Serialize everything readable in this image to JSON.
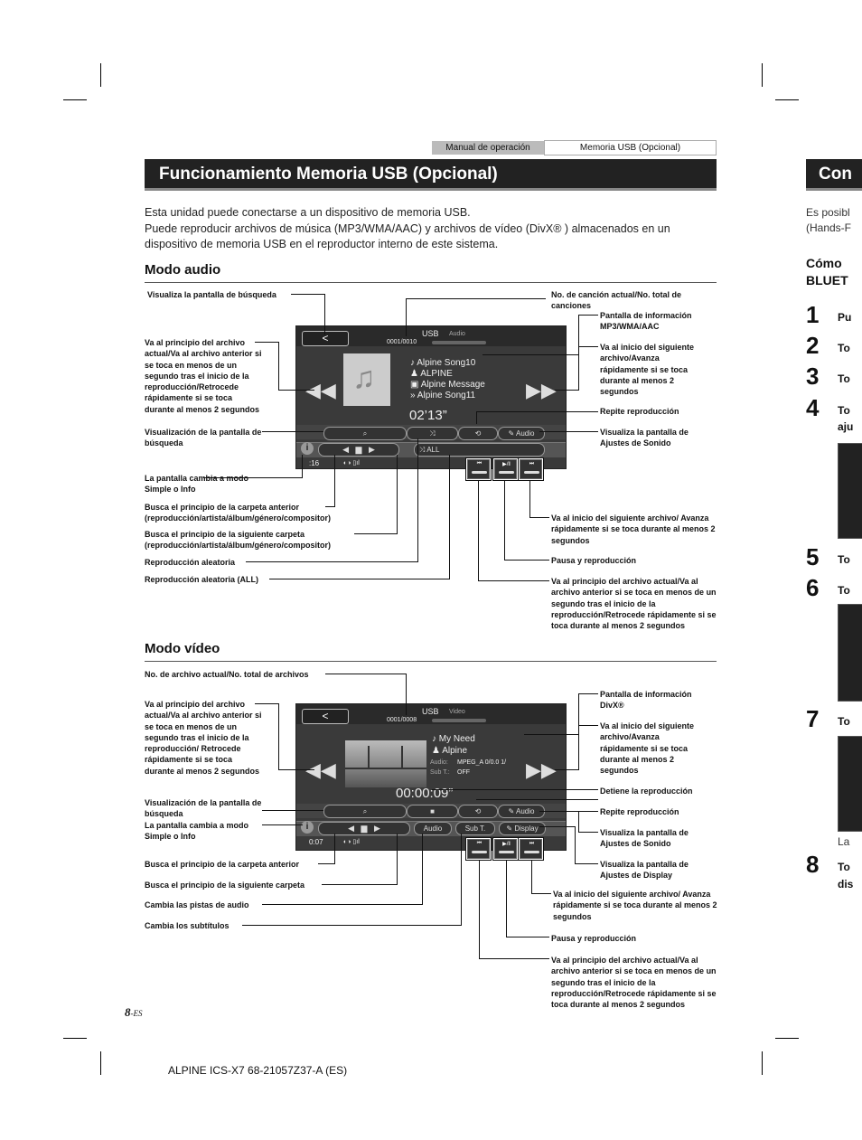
{
  "header": {
    "tab_active": "Manual de operación",
    "tab_inactive": "Memoria USB (Opcional)"
  },
  "page_title": "Funcionamiento Memoria USB (Opcional)",
  "intro": {
    "line1": "Esta unidad puede conectarse a un dispositivo de memoria USB.",
    "line2": "Puede reproducir archivos de música (MP3/WMA/AAC) y archivos de vídeo (DivX® ) almacenados en un",
    "line3": "dispositivo de memoria USB en el reproductor interno de este sistema."
  },
  "audio": {
    "heading": "Modo audio",
    "screen": {
      "back": "<",
      "source": "USB",
      "mode": "Audio",
      "track_count": "0001/0010",
      "song": "Alpine Song10",
      "artist": "ALPINE",
      "album": "Alpine Message",
      "next": "Alpine Song11",
      "time": "02’13”",
      "audio_btn": "Audio",
      "all": "ALL",
      "clock": ":16"
    },
    "labels": {
      "search_top": "Visualiza la pantalla de búsqueda",
      "prev": "Va al principio del archivo actual/Va al archivo anterior si se toca en menos de un segundo tras el inicio de la reproducción/Retrocede rápidamente si se toca durante al menos 2 segundos",
      "search_bottom": "Visualización de la pantalla de búsqueda",
      "mode_change": "La pantalla cambia a modo Simple o Info",
      "prev_folder": "Busca el principio de la carpeta anterior (reproducción/artista/álbum/género/compositor)",
      "next_folder": "Busca el principio de la siguiente carpeta (reproducción/artista/álbum/género/compositor)",
      "shuffle": "Reproducción aleatoria",
      "shuffle_all": "Reproducción aleatoria (ALL)",
      "track_no": "No. de canción actual/No. total de canciones",
      "info_screen": "Pantalla de información MP3/WMA/AAC",
      "next": "Va al inicio del siguiente archivo/Avanza rápidamente si se toca durante al menos 2 segundos",
      "repeat": "Repite reproducción",
      "sound_settings": "Visualiza la pantalla de Ajustes de Sonido",
      "mini_next": "Va al inicio del siguiente archivo/ Avanza rápidamente si se toca durante al menos 2 segundos",
      "mini_play": "Pausa y reproducción",
      "mini_prev": "Va al principio del archivo actual/Va al archivo anterior si se toca en menos de un segundo tras el inicio de la reproducción/Retrocede rápidamente si se toca durante al menos 2 segundos"
    }
  },
  "video": {
    "heading": "Modo vídeo",
    "screen": {
      "back": "<",
      "source": "USB",
      "mode": "Video",
      "file_count": "0001/0008",
      "title": "My Need",
      "artist": "Alpine",
      "audio_label": "Audio:",
      "audio_value": "MPEG_A 0/0.0 1/",
      "sub_label": "Sub T.:",
      "sub_value": "OFF",
      "time": "00:00:09”",
      "audio_btn": "Audio",
      "display_btn": "Display",
      "sub_btn": "Sub T.",
      "audio_tab": "Audio",
      "clock": "0:07"
    },
    "labels": {
      "file_no": "No. de archivo actual/No. total de archivos",
      "prev": "Va al principio del archivo actual/Va al archivo anterior si se toca en menos de un segundo tras el inicio de la reproducción/ Retrocede rápidamente si se toca durante al menos 2 segundos",
      "search": "Visualización de la pantalla de búsqueda",
      "mode_change": "La pantalla cambia a modo Simple o Info",
      "prev_folder": "Busca el principio de la carpeta anterior",
      "next_folder": "Busca el principio de la siguiente carpeta",
      "audio_tracks": "Cambia las pistas de audio",
      "subtitles": "Cambia los subtítulos",
      "info_screen": "Pantalla de información DivX®",
      "next": "Va al inicio del siguiente archivo/Avanza rápidamente si se toca durante al menos 2 segundos",
      "stop": "Detiene la reproducción",
      "repeat": "Repite reproducción",
      "sound_settings": "Visualiza la pantalla de Ajustes de Sonido",
      "display_settings": "Visualiza la pantalla de Ajustes de Display",
      "mini_next": "Va al inicio del siguiente archivo/ Avanza rápidamente si se toca durante al menos 2 segundos",
      "mini_play": "Pausa y reproducción",
      "mini_prev": "Va al principio del archivo actual/Va al archivo anterior si se toca en menos de un segundo tras el inicio de la reproducción/Retrocede rápidamente si se toca durante al menos 2 segundos"
    }
  },
  "footer": {
    "page_no": "8",
    "page_suffix": "-ES",
    "model": "ALPINE ICS-X7 68-21057Z37-A (ES)"
  },
  "sidebar": {
    "title": "Con",
    "text1": "Es posibl",
    "text2": "(Hands-F",
    "sub1": "Cómo",
    "sub2": "BLUET",
    "steps": [
      {
        "num": "1",
        "text": "Pu"
      },
      {
        "num": "2",
        "text": "To"
      },
      {
        "num": "3",
        "text": "To"
      },
      {
        "num": "4",
        "text": "To"
      },
      {
        "num": "5",
        "text": "To"
      },
      {
        "num": "6",
        "text": "To"
      },
      {
        "num": "7",
        "text": "To"
      },
      {
        "num": "8",
        "text": "To"
      }
    ],
    "step4_extra": "aju",
    "step8_extra": "dis",
    "note": "La"
  }
}
